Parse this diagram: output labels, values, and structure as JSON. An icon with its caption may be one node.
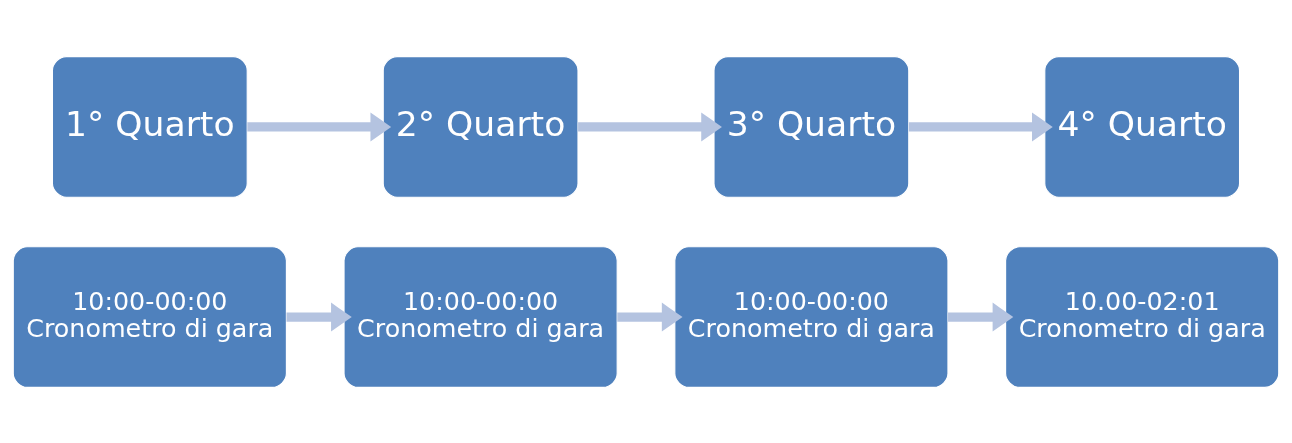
{
  "diagram": {
    "nodes": [
      {
        "text": [
          "10:00-00:00",
          "Cronometro di gara"
        ]
      },
      {
        "text": [
          "10:00-00:00",
          "Cronometro di gara"
        ]
      },
      {
        "text": [
          "10:00-00:00",
          "Cronometro di gara"
        ]
      },
      {
        "text": [
          "10.00-02:01",
          "Cronometro di gara"
        ]
      },
      {
        "text": [
          "1° Quarto"
        ]
      },
      {
        "text": [
          "2° Quarto"
        ]
      },
      {
        "text": [
          "3° Quarto"
        ]
      },
      {
        "text": [
          "4° Quarto"
        ]
      }
    ],
    "edges": [
      {
        "from": 0,
        "to": 1,
        "arrow": "to"
      },
      {
        "from": 1,
        "to": 2,
        "arrow": "to"
      },
      {
        "from": 2,
        "to": 3,
        "arrow": "to"
      },
      {
        "from": 4,
        "to": 5,
        "arrow": "to"
      },
      {
        "from": 5,
        "to": 6,
        "arrow": "to"
      },
      {
        "from": 6,
        "to": 7,
        "arrow": "to"
      }
    ]
  }
}
